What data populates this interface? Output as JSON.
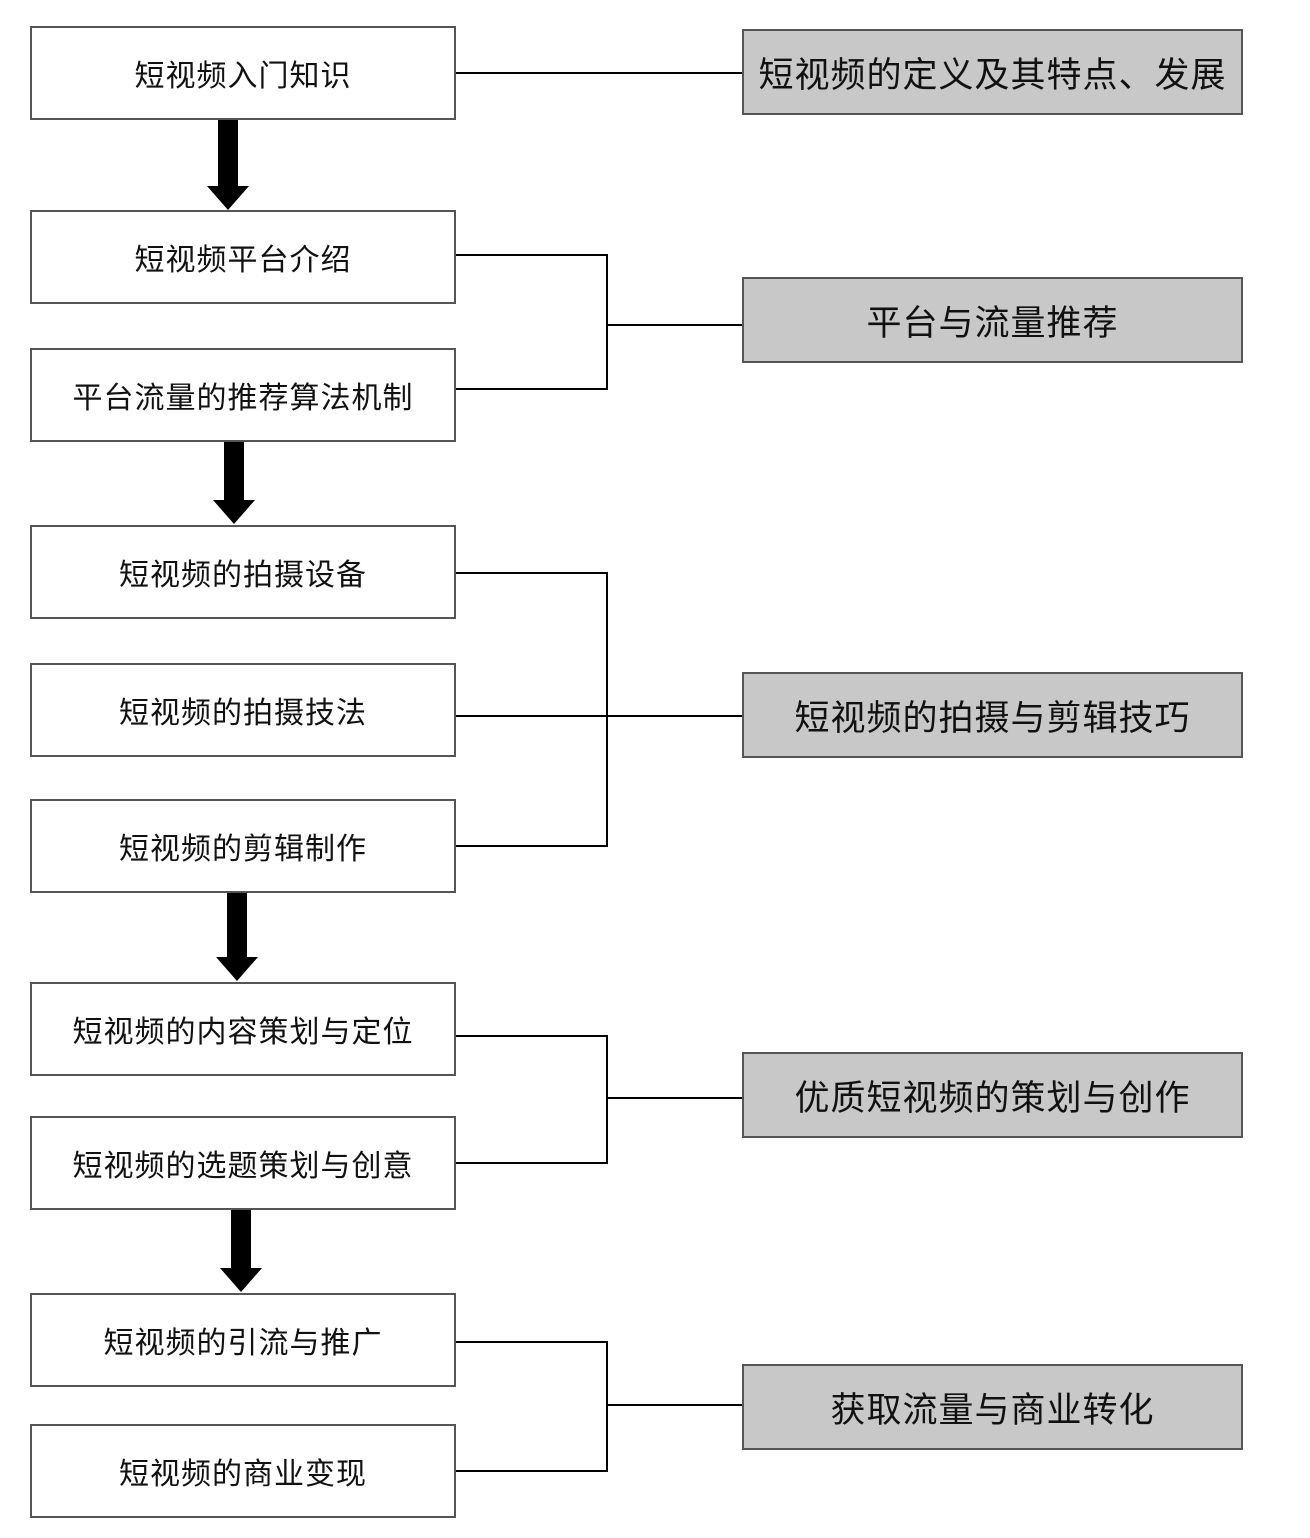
{
  "colors": {
    "box_fill": "#ffffff",
    "summary_fill": "#c8c8c8",
    "line": "#000000",
    "arrow": "#000000"
  },
  "topics": [
    "短视频入门知识",
    "短视频平台介绍",
    "平台流量的推荐算法机制",
    "短视频的拍摄设备",
    "短视频的拍摄技法",
    "短视频的剪辑制作",
    "短视频的内容策划与定位",
    "短视频的选题策划与创意",
    "短视频的引流与推广",
    "短视频的商业变现"
  ],
  "modules": [
    "短视频的定义及其特点、发展",
    "平台与流量推荐",
    "短视频的拍摄与剪辑技巧",
    "优质短视频的策划与创作",
    "获取流量与商业转化"
  ]
}
